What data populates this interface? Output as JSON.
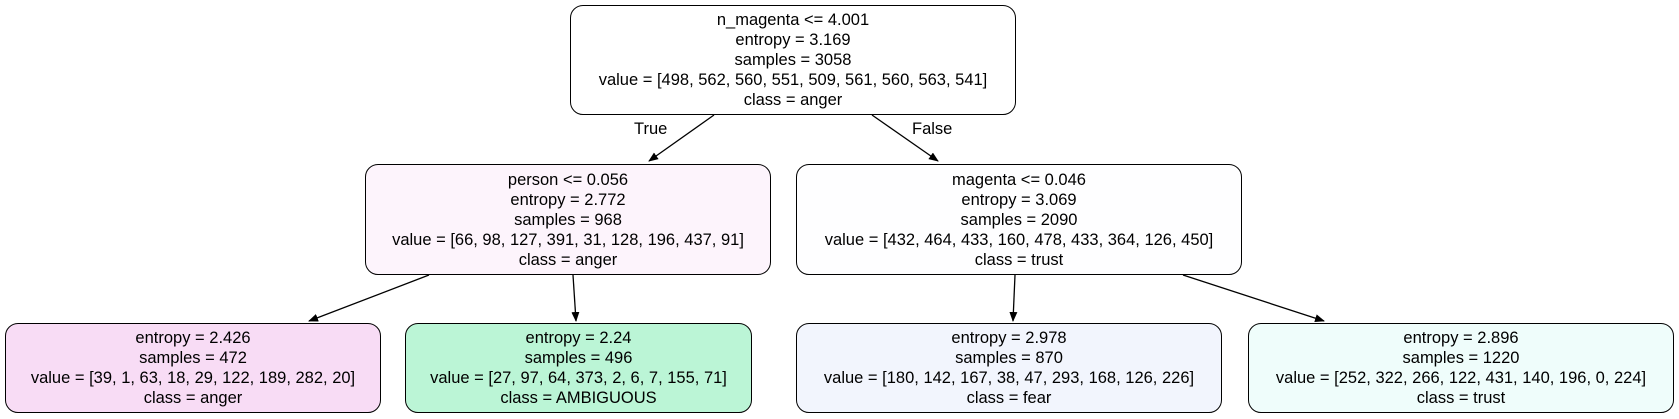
{
  "edge_labels": {
    "true_label": "True",
    "false_label": "False"
  },
  "nodes": {
    "root": {
      "split": "n_magenta <= 4.001",
      "entropy": "entropy = 3.169",
      "samples": "samples = 3058",
      "value": "value = [498, 562, 560, 551, 509, 561, 560, 563, 541]",
      "class": "class = anger",
      "fill": "#ffffff"
    },
    "left": {
      "split": "person <= 0.056",
      "entropy": "entropy = 2.772",
      "samples": "samples = 968",
      "value": "value = [66, 98, 127, 391, 31, 128, 196, 437, 91]",
      "class": "class = anger",
      "fill": "#fdf4fc"
    },
    "right": {
      "split": "magenta <= 0.046",
      "entropy": "entropy = 3.069",
      "samples": "samples = 2090",
      "value": "value = [432, 464, 433, 160, 478, 433, 364, 126, 450]",
      "class": "class = trust",
      "fill": "#fefeff"
    },
    "leaf_1": {
      "entropy": "entropy = 2.426",
      "samples": "samples = 472",
      "value": "value = [39, 1, 63, 18, 29, 122, 189, 282, 20]",
      "class": "class = anger",
      "fill": "#f8dcf5"
    },
    "leaf_2": {
      "entropy": "entropy = 2.24",
      "samples": "samples = 496",
      "value": "value = [27, 97, 64, 373, 2, 6, 7, 155, 71]",
      "class": "class = AMBIGUOUS",
      "fill": "#bbf5d6"
    },
    "leaf_3": {
      "entropy": "entropy = 2.978",
      "samples": "samples = 870",
      "value": "value = [180, 142, 167, 38, 47, 293, 168, 126, 226]",
      "class": "class = fear",
      "fill": "#f2f5fd"
    },
    "leaf_4": {
      "entropy": "entropy = 2.896",
      "samples": "samples = 1220",
      "value": "value = [252, 322, 266, 122, 431, 140, 196, 0, 224]",
      "class": "class = trust",
      "fill": "#effdfb"
    }
  }
}
